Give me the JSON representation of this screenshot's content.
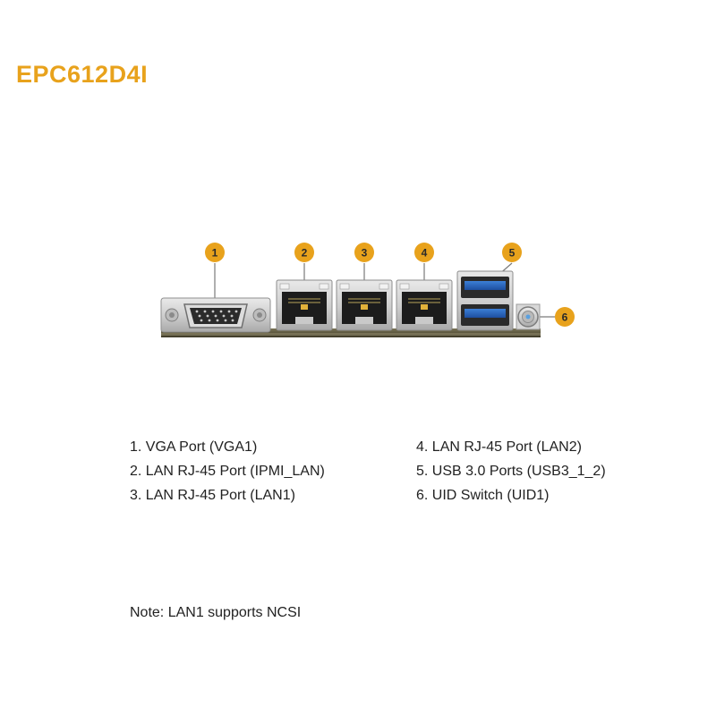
{
  "title": "EPC612D4I",
  "accent_color": "#e8a21c",
  "callouts": [
    "1",
    "2",
    "3",
    "4",
    "5",
    "6"
  ],
  "legend": {
    "left": [
      "1. VGA Port (VGA1)",
      "2. LAN RJ-45 Port (IPMI_LAN)",
      "3. LAN RJ-45 Port (LAN1)"
    ],
    "right": [
      "4. LAN RJ-45 Port (LAN2)",
      "5. USB 3.0 Ports (USB3_1_2)",
      "6. UID Switch (UID1)"
    ]
  },
  "note": "Note: LAN1 supports NCSI",
  "icons": {
    "vga": "vga-port-icon",
    "rj45": "rj45-port-icon",
    "usb": "usb3-port-icon",
    "uid": "uid-switch-icon"
  }
}
